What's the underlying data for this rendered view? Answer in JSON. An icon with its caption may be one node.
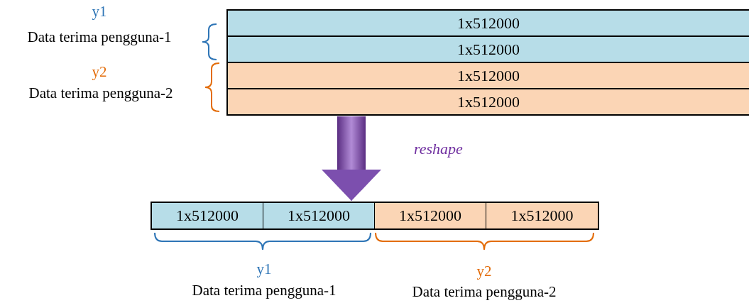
{
  "diagram": {
    "nodes": [
      {
        "text": [],
        "shape": "box"
      },
      {
        "text": [
          "1x512000"
        ],
        "in": 0
      },
      {
        "text": [
          "1x512000"
        ],
        "in": 0
      },
      {
        "text": [
          "1x512000"
        ],
        "in": 0
      },
      {
        "text": [
          "1x512000"
        ],
        "in": 0
      },
      {
        "text": [],
        "shape": "box"
      },
      {
        "text": [
          "1x512000"
        ],
        "in": 5
      },
      {
        "text": [
          "1x512000"
        ],
        "in": 5
      },
      {
        "text": [
          "1x512000"
        ],
        "in": 5
      },
      {
        "text": [
          "1x512000"
        ],
        "in": 5
      }
    ],
    "edges": [
      {
        "from": 0,
        "to": 5,
        "arrow": "to",
        "label": "reshape"
      }
    ],
    "labels": [
      "y1",
      "Data terima pengguna-1",
      "y2",
      "Data terima pengguna-2",
      "y1",
      "Data terima pengguna-1",
      "y2",
      "Data terima pengguna-2"
    ]
  }
}
